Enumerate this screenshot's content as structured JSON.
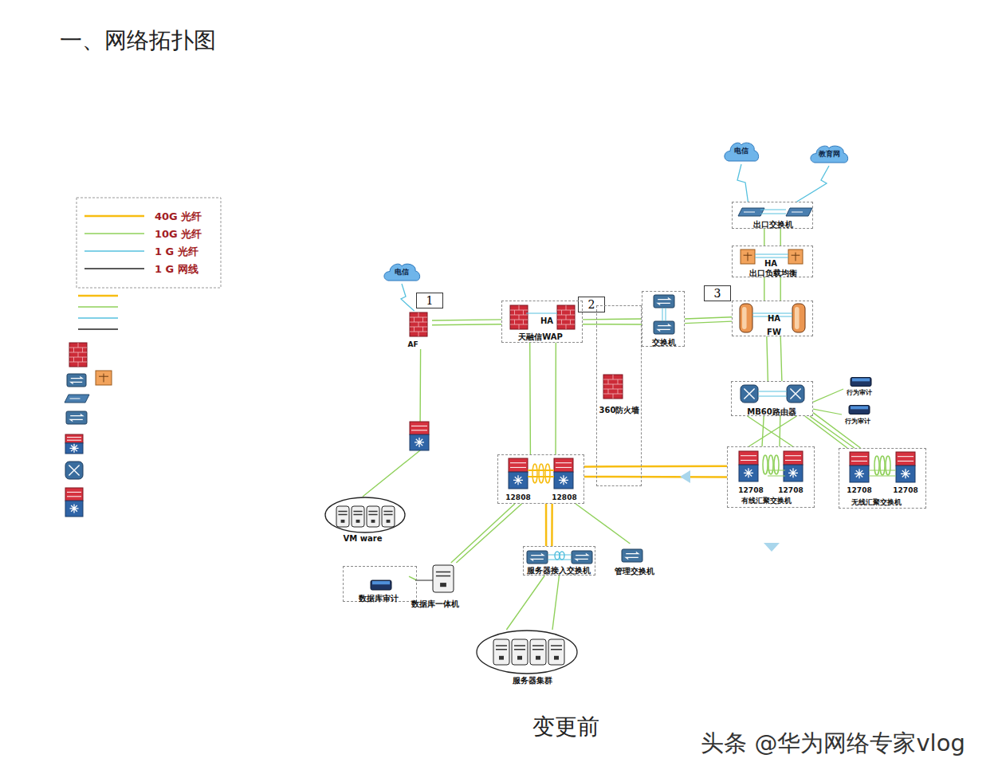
{
  "diagram": {
    "title": "一、网络拓扑图",
    "caption": "变更前",
    "nodes": [
      {
        "text": [
          "电信"
        ]
      },
      {
        "text": [
          "教育网"
        ]
      },
      {
        "text": [
          "出口交换机"
        ]
      },
      {
        "text": [
          "HA",
          "出口负载均衡"
        ]
      },
      {
        "text": [
          "电信"
        ]
      },
      {
        "text": [
          "交换机"
        ]
      },
      {
        "text": [
          "HA",
          "FW"
        ]
      },
      {
        "text": [
          "AF"
        ]
      },
      {
        "text": [
          "HA",
          "天融信WAP"
        ]
      },
      {
        "text": [
          "MB60路由器"
        ]
      },
      {
        "text": [
          "行为审计"
        ]
      },
      {
        "text": [
          "行为审计"
        ]
      },
      {
        "text": [
          "360防火墙"
        ]
      },
      {
        "text": [
          "12708",
          "12708",
          "有线汇聚交换机"
        ]
      },
      {
        "text": [
          "12708",
          "12708",
          "无线汇聚交换机"
        ]
      },
      {
        "text": [
          "12808",
          "12808"
        ]
      },
      {
        "text": [
          "VM ware"
        ]
      },
      {
        "text": [
          "服务器接入交换机"
        ]
      },
      {
        "text": [
          "管理交换机"
        ]
      },
      {
        "text": [
          "数据库审计"
        ]
      },
      {
        "text": [
          "数据库一体机"
        ]
      },
      {
        "text": [
          "服务器集群"
        ]
      }
    ],
    "edges": [
      {
        "from": 0,
        "to": 2,
        "arrow": "none"
      },
      {
        "from": 1,
        "to": 2,
        "arrow": "none"
      },
      {
        "from": 2,
        "to": 3,
        "arrow": "none"
      },
      {
        "from": 3,
        "to": 6,
        "arrow": "none"
      },
      {
        "from": 5,
        "to": 6,
        "arrow": "none"
      },
      {
        "from": 4,
        "to": 7,
        "arrow": "none"
      },
      {
        "from": 7,
        "to": 8,
        "arrow": "none"
      },
      {
        "from": 8,
        "to": 5,
        "arrow": "none"
      },
      {
        "from": 7,
        "to": 16,
        "arrow": "none"
      },
      {
        "from": 8,
        "to": 15,
        "arrow": "none"
      },
      {
        "from": 6,
        "to": 9,
        "arrow": "none"
      },
      {
        "from": 9,
        "to": 10,
        "arrow": "none"
      },
      {
        "from": 9,
        "to": 11,
        "arrow": "none"
      },
      {
        "from": 9,
        "to": 13,
        "arrow": "none"
      },
      {
        "from": 9,
        "to": 14,
        "arrow": "none"
      },
      {
        "from": 13,
        "to": 15,
        "arrow": "none"
      },
      {
        "from": 15,
        "to": 20,
        "arrow": "none"
      },
      {
        "from": 15,
        "to": 17,
        "arrow": "none"
      },
      {
        "from": 15,
        "to": 18,
        "arrow": "none"
      },
      {
        "from": 19,
        "to": 20,
        "arrow": "none"
      },
      {
        "from": 17,
        "to": 21,
        "arrow": "none"
      }
    ],
    "labels": [
      "1",
      "2",
      "3",
      "头条 @华为网络专家vlog"
    ],
    "legend": [
      {
        "text": "40G 光纤"
      },
      {
        "text": "10G 光纤"
      },
      {
        "text": "1 G 光纤"
      },
      {
        "text": "1 G 网线"
      }
    ]
  }
}
